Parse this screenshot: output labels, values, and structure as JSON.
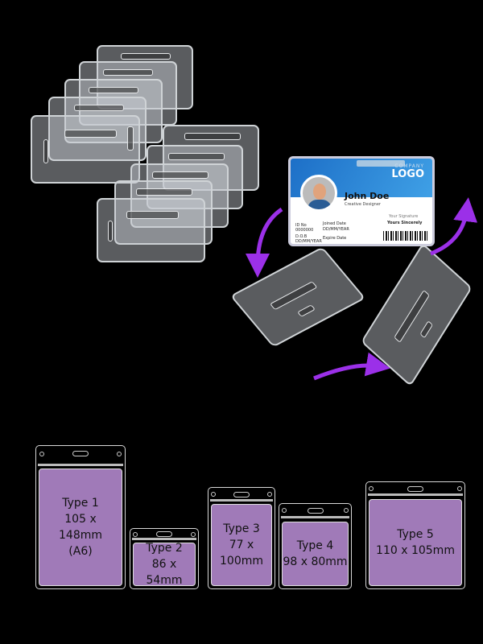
{
  "id_card": {
    "company_label": "COMPANY",
    "logo_label": "LOGO",
    "name": "John Doe",
    "title": "Creative Designer",
    "signature_label": "Your Signature",
    "signature_value": "Yours Sincerely",
    "id_label": "ID No",
    "id_value": "0000000",
    "joined_label": "Joined Date",
    "joined_value": "DD/MM/YEAR",
    "dob_label": "D.O.B",
    "dob_value": "DD/MM/YEAR",
    "expire_label": "Expire Date"
  },
  "sizes": [
    {
      "lines": [
        "Type 1",
        "105 x",
        "148mm",
        "(A6)"
      ]
    },
    {
      "lines": [
        "Type 2",
        "86 x 54mm"
      ]
    },
    {
      "lines": [
        "Type 3",
        "77 x",
        "100mm"
      ]
    },
    {
      "lines": [
        "Type 4",
        "98 x 80mm"
      ]
    },
    {
      "lines": [
        "Type 5",
        "110 x 105mm"
      ]
    }
  ],
  "colors": {
    "accent": "#9b30e8",
    "pane": "#a07ab8"
  }
}
